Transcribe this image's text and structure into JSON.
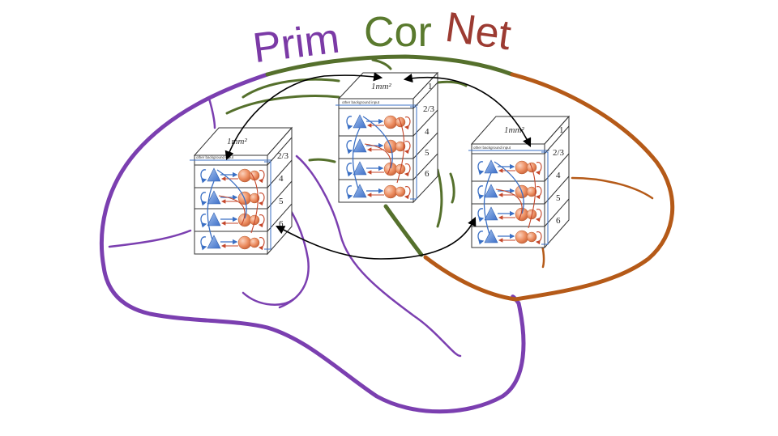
{
  "title": {
    "part1": "Prim",
    "part2": "Cor",
    "part3": "Net",
    "colors": {
      "part1": "#7b3aa6",
      "part2": "#5a7a2e",
      "part3": "#9c3b32"
    }
  },
  "columns": [
    {
      "id": "left",
      "area_label": "1mm²",
      "background_label": "other background input",
      "layer_labels": [
        "2/3",
        "4",
        "5",
        "6"
      ]
    },
    {
      "id": "center",
      "area_label": "1mm²",
      "background_label": "other background input",
      "layer_labels": [
        "1",
        "2/3",
        "4",
        "5",
        "6"
      ]
    },
    {
      "id": "right",
      "area_label": "1mm²",
      "background_label": "other background input",
      "layer_labels": [
        "1",
        "2/3",
        "4",
        "5",
        "6"
      ]
    }
  ],
  "colors": {
    "brain_occipital": "#7b3fb0",
    "brain_parietal": "#55702c",
    "brain_frontal": "#b55a18",
    "excitatory": "#3a6fc4",
    "inhibitory": "#e0855a"
  }
}
